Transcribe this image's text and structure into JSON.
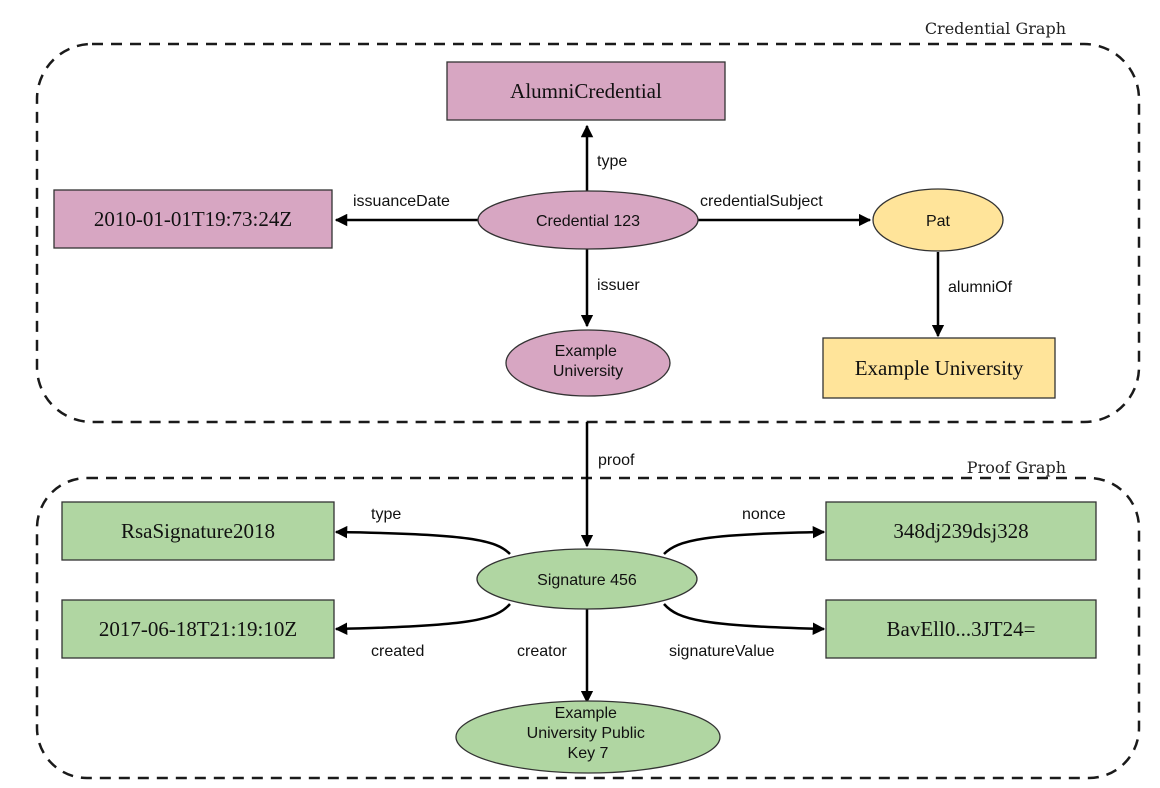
{
  "colors": {
    "credential": "#d7a6c2",
    "subject": "#ffe49a",
    "proof": "#b0d6a2",
    "stroke": "#333333"
  },
  "groups": {
    "credential": {
      "title": "Credential Graph"
    },
    "proof": {
      "title": "Proof Graph"
    }
  },
  "nodes": {
    "alumni_credential": "AlumniCredential",
    "issuance_date_value": "2010-01-01T19:73:24Z",
    "credential_123": "Credential 123",
    "pat": "Pat",
    "example_university_issuer": [
      "Example",
      "University"
    ],
    "example_university_value": "Example University",
    "rsa_signature": "RsaSignature2018",
    "nonce_value": "348dj239dsj328",
    "signature_456": "Signature 456",
    "created_value": "2017-06-18T21:19:10Z",
    "signature_value": "BavEll0...3JT24=",
    "public_key": [
      "Example",
      "University Public",
      "Key 7"
    ]
  },
  "edges": {
    "type_credential": "type",
    "issuance_date": "issuanceDate",
    "credential_subject": "credentialSubject",
    "issuer": "issuer",
    "alumni_of": "alumniOf",
    "proof": "proof",
    "type_proof": "type",
    "nonce": "nonce",
    "created": "created",
    "creator": "creator",
    "signature_value": "signatureValue"
  }
}
